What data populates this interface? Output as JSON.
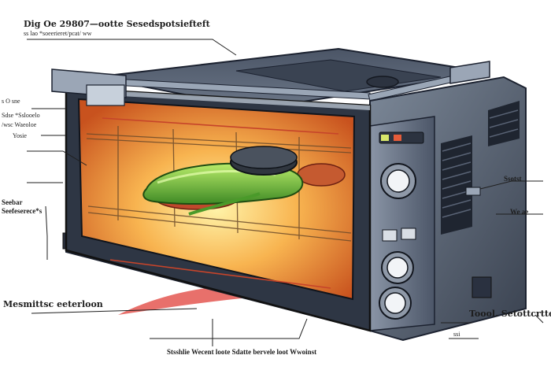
{
  "labels": {
    "top_header": "Dig  Oe 29807—ootte  Sesedspotsiefteft",
    "top_subheader": "ss  lao  *soeerieret/pcat/ ww",
    "left_1": "s  O  sne",
    "left_2": "Sdse  *Sslooelo",
    "left_3": "/wsc  Waeoloe",
    "left_4": "Yosie",
    "left_5": "Seebar",
    "left_6": "Seefeserece*s",
    "left_bottom": "Mesmittsc  eeterloon",
    "right_1": "Ssotst",
    "right_2": "We  ae",
    "right_bottom": "Toool.  Setottcrtte",
    "right_bottom_2": "ssi",
    "bottom": "Stsshlie  Wecent  loote  Sdatte  bervele  loot  Wwoinst"
  },
  "colors": {
    "oven_body": "#4a5566",
    "oven_dark": "#2a3140",
    "cavity_glow": "#f39a3c",
    "food_green": "#7fc63a",
    "meat_red": "#c0482c",
    "accent_line": "#e0403a"
  }
}
